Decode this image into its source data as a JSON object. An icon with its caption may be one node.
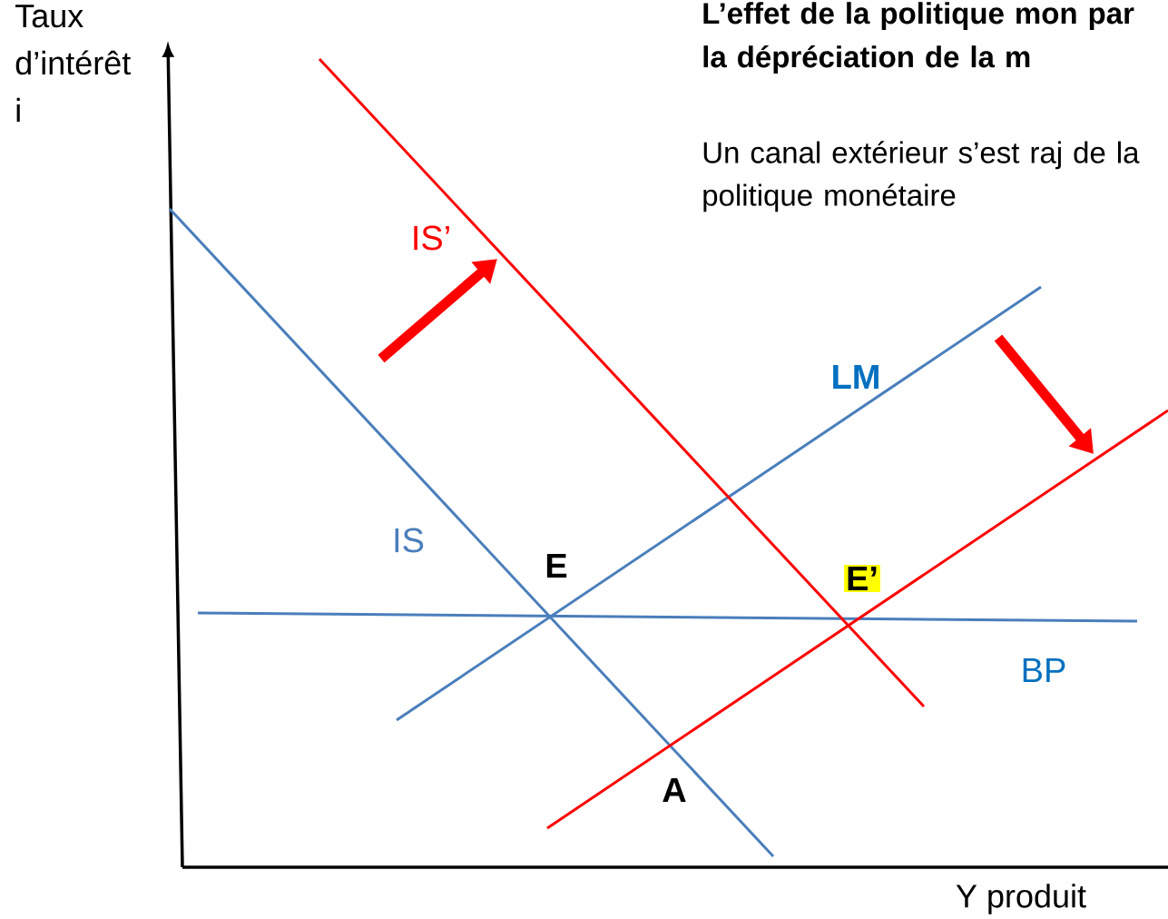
{
  "diagram": {
    "title": "L’effet de la politique mon par la dépréciation de la m",
    "labels": [
      "Taux d’intérêt i",
      "Un canal extérieur s’est raj de la politique monétaire",
      "IS’",
      "LM",
      "IS",
      "E",
      "E’",
      "BP",
      "A",
      "Y produit"
    ]
  }
}
